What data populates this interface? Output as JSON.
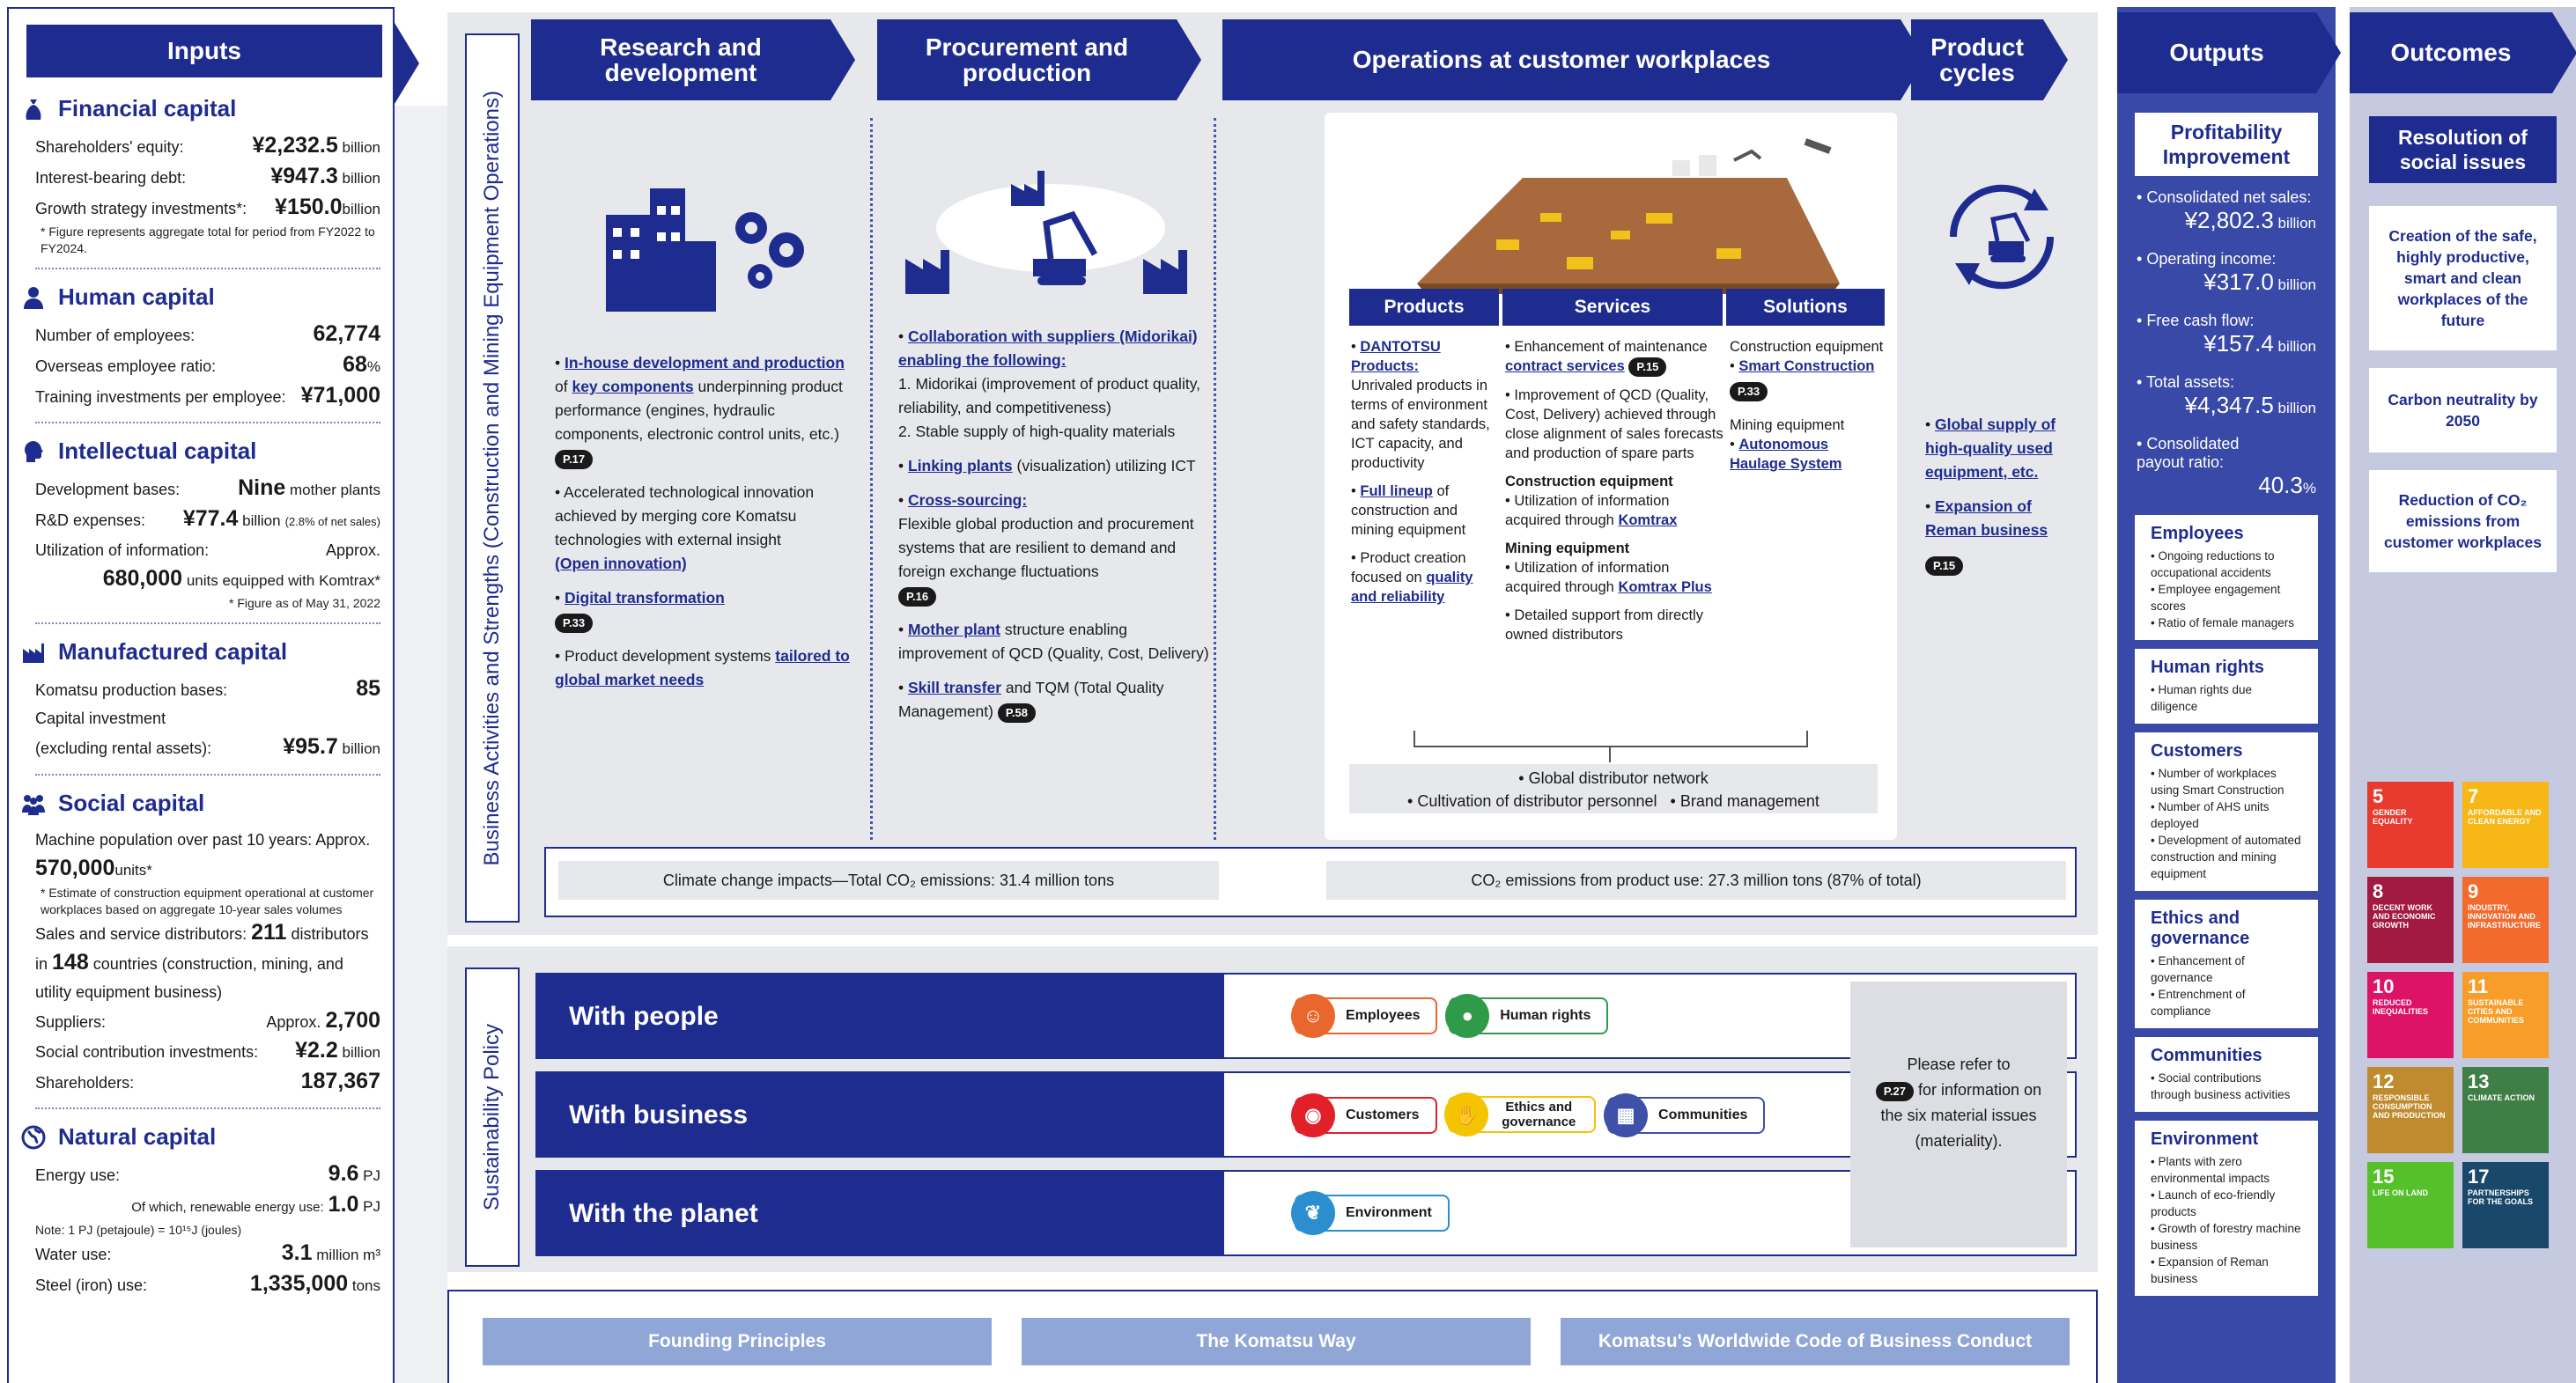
{
  "headers": {
    "inputs": "Inputs",
    "rnd": "Research and development",
    "procurement": "Procurement and production",
    "operations": "Operations at customer workplaces",
    "product_cycles": "Product cycles",
    "outputs": "Outputs",
    "outcomes": "Outcomes"
  },
  "inputs": {
    "financial": {
      "title": "Financial capital",
      "rows": [
        {
          "label": "Shareholders' equity:",
          "value": "¥2,232.5",
          "unit": " billion"
        },
        {
          "label": "Interest-bearing debt:",
          "value": "¥947.3",
          "unit": " billion"
        },
        {
          "label": "Growth strategy investments*:",
          "value": "¥150.0",
          "unit": "billion"
        }
      ],
      "note": "* Figure represents aggregate total for period from FY2022 to FY2024."
    },
    "human": {
      "title": "Human capital",
      "rows": [
        {
          "label": "Number of employees:",
          "value": "62,774",
          "unit": ""
        },
        {
          "label": "Overseas employee ratio:",
          "value": "68",
          "unit": "%"
        },
        {
          "label": "Training investments per employee:",
          "value": "¥71,000",
          "unit": ""
        }
      ]
    },
    "intellectual": {
      "title": "Intellectual capital",
      "dev_label": "Development bases:",
      "dev_value": "Nine",
      "dev_unit": " mother plants",
      "rnd_label": "R&D expenses:",
      "rnd_value": "¥77.4",
      "rnd_unit": " billion",
      "rnd_sub": "(2.8% of net sales)",
      "util_label": "Utilization of information:",
      "util_approx": "Approx.",
      "util_value": "680,000",
      "util_unit": " units equipped with Komtrax*",
      "note": "* Figure as of May 31, 2022"
    },
    "manufactured": {
      "title": "Manufactured capital",
      "bases_label": "Komatsu production bases:",
      "bases_value": "85",
      "inv_label1": "Capital investment",
      "inv_label2": "(excluding rental assets):",
      "inv_value": "¥95.7",
      "inv_unit": " billion"
    },
    "social": {
      "title": "Social capital",
      "machine_label": "Machine population over past 10 years: Approx.",
      "machine_value": "570,000",
      "machine_unit": "units*",
      "note": "* Estimate of construction equipment operational at customer workplaces based on aggregate 10-year sales volumes",
      "dist_pre": "Sales and service distributors: ",
      "dist_value": "211",
      "dist_mid": " distributors in ",
      "dist_countries": "148",
      "dist_post": " countries (construction, mining, and utility equipment business)",
      "suppliers_label": "Suppliers:",
      "suppliers_approx": "Approx.",
      "suppliers_value": "2,700",
      "contrib_label": "Social contribution investments:",
      "contrib_value": "¥2.2",
      "contrib_unit": " billion",
      "share_label": "Shareholders:",
      "share_value": "187,367"
    },
    "natural": {
      "title": "Natural capital",
      "energy_label": "Energy use:",
      "energy_value": "9.6",
      "energy_unit": " PJ",
      "renew_label": "Of which, renewable energy use:",
      "renew_value": "1.0",
      "renew_unit": " PJ",
      "note": "Note: 1 PJ (petajoule) = 10¹⁵J (joules)",
      "water_label": "Water use:",
      "water_value": "3.1",
      "water_unit": " million m³",
      "steel_label": "Steel (iron) use:",
      "steel_value": "1,335,000",
      "steel_unit": " tons"
    }
  },
  "biz_label": "Business Activities and Strengths (Construction and Mining Equipment Operations)",
  "rnd": {
    "p1_link1": "In-house development and production",
    "p1_t1": " of ",
    "p1_link2": "key components",
    "p1_t2": " underpinning product performance (engines, hydraulic components, electronic control units, etc.)",
    "p1_page": "P.17",
    "p2_text": "Accelerated technological innovation achieved by merging core Komatsu technologies with external insight",
    "p2_link": "(Open innovation)",
    "p3_link": "Digital transformation",
    "p3_page": "P.33",
    "p4_text": "Product development systems ",
    "p4_link": "tailored to global market needs"
  },
  "proc": {
    "p1_link": "Collaboration with suppliers (Midorikai) enabling the following:",
    "p1_i1": "1. Midorikai (improvement of product quality, reliability, and competitiveness)",
    "p1_i2": "2. Stable supply of high-quality materials",
    "p2_link": "Linking plants",
    "p2_text": " (visualization) utilizing ICT",
    "p3_link": "Cross-sourcing:",
    "p3_text": "Flexible global production and procurement systems that are resilient to demand and foreign exchange fluctuations",
    "p3_page": "P.16",
    "p4_link": "Mother plant",
    "p4_text": " structure enabling improvement of QCD (Quality, Cost, Delivery)",
    "p5_link": "Skill transfer",
    "p5_text": " and TQM (Total Quality Management)",
    "p5_page": "P.58"
  },
  "ops": {
    "products_hdr": "Products",
    "services_hdr": "Services",
    "solutions_hdr": "Solutions",
    "prod_1_link": "DANTOTSU Products:",
    "prod_1_text": "Unrivaled products in terms of environment and safety standards, ICT capacity, and productivity",
    "prod_2_link": "Full lineup",
    "prod_2_text": " of construction and mining equipment",
    "prod_3_text": "Product creation focused on ",
    "prod_3_link": "quality and reliability",
    "svc_1_text": "Enhancement of maintenance ",
    "svc_1_link": "contract services",
    "svc_1_page": "P.15",
    "svc_2_text": "Improvement of QCD (Quality, Cost, Delivery) achieved through close alignment of sales forecasts and production of spare parts",
    "svc_3_title": "Construction equipment",
    "svc_3_text": "Utilization of information acquired through ",
    "svc_3_link": "Komtrax",
    "svc_4_title": "Mining equipment",
    "svc_4_text": "Utilization of information acquired through ",
    "svc_4_link": "Komtrax Plus",
    "svc_5_text": "Detailed support from directly owned distributors",
    "sol_1_title": "Construction equipment",
    "sol_1_link": "Smart Construction",
    "sol_1_page": "P.33",
    "sol_2_title": "Mining equipment",
    "sol_2_link": "Autonomous Haulage System",
    "dist_1": "Global distributor network",
    "dist_2": "Cultivation of distributor personnel",
    "dist_3": "Brand management"
  },
  "cycles": {
    "l1": "Global supply of high-quality used equipment, etc.",
    "l2": "Expansion of Reman business",
    "page": "P.15"
  },
  "climate": {
    "left": "Climate change impacts—Total CO₂ emissions: 31.4 million tons",
    "right": "CO₂ emissions from product use: 27.3 million tons (87% of total)"
  },
  "sustainability": {
    "label": "Sustainability Policy",
    "rows": [
      "With people",
      "With business",
      "With the planet"
    ],
    "pills": {
      "employees": "Employees",
      "human_rights": "Human rights",
      "customers": "Customers",
      "ethics": "Ethics and governance",
      "communities": "Communities",
      "environment": "Environment"
    },
    "refer_1": "Please refer to",
    "refer_page": "P.27",
    "refer_2": " for information on the six material issues (materiality)."
  },
  "foundation": [
    "Founding Principles",
    "The Komatsu Way",
    "Komatsu's Worldwide Code of Business Conduct"
  ],
  "outputs": {
    "profit_title": "Profitability Improvement",
    "kpis": [
      {
        "label": "Consolidated net sales:",
        "value": "¥2,802.3",
        "unit": " billion"
      },
      {
        "label": "Operating income:",
        "value": "¥317.0",
        "unit": " billion"
      },
      {
        "label": "Free cash flow:",
        "value": "¥157.4",
        "unit": " billion"
      },
      {
        "label": "Total assets:",
        "value": "¥4,347.5",
        "unit": " billion"
      },
      {
        "label": "Consolidated payout ratio:",
        "value": "40.3",
        "unit": "%"
      }
    ],
    "boxes": [
      {
        "title": "Employees",
        "items": [
          "Ongoing reductions to occupational accidents",
          "Employee engagement scores",
          "Ratio of female managers"
        ]
      },
      {
        "title": "Human rights",
        "items": [
          "Human rights due diligence"
        ]
      },
      {
        "title": "Customers",
        "items": [
          "Number of workplaces using Smart Construction",
          "Number of AHS units deployed",
          "Development of automated construction and mining equipment"
        ]
      },
      {
        "title": "Ethics and governance",
        "items": [
          "Enhancement of governance",
          "Entrenchment of compliance"
        ]
      },
      {
        "title": "Communities",
        "items": [
          "Social contributions through business activities"
        ]
      },
      {
        "title": "Environment",
        "items": [
          "Plants with zero environmental impacts",
          "Launch of eco-friendly products",
          "Growth of forestry machine business",
          "Expansion of Reman business"
        ]
      }
    ]
  },
  "outcomes": {
    "title": "Resolution of social issues",
    "items": [
      "Creation of the safe, highly productive, smart and clean workplaces of the future",
      "Carbon neutrality by 2050",
      "Reduction of CO₂ emissions from customer workplaces"
    ],
    "sdgs": [
      {
        "num": "5",
        "label": "GENDER EQUALITY",
        "color": "#e83a2e"
      },
      {
        "num": "7",
        "label": "AFFORDABLE AND CLEAN ENERGY",
        "color": "#f7b716"
      },
      {
        "num": "8",
        "label": "DECENT WORK AND ECONOMIC GROWTH",
        "color": "#a21a42"
      },
      {
        "num": "9",
        "label": "INDUSTRY, INNOVATION AND INFRASTRUCTURE",
        "color": "#f26a2e"
      },
      {
        "num": "10",
        "label": "REDUCED INEQUALITIES",
        "color": "#dd1367"
      },
      {
        "num": "11",
        "label": "SUSTAINABLE CITIES AND COMMUNITIES",
        "color": "#f89d2a"
      },
      {
        "num": "12",
        "label": "RESPONSIBLE CONSUMPTION AND PRODUCTION",
        "color": "#bf8b2e"
      },
      {
        "num": "13",
        "label": "CLIMATE ACTION",
        "color": "#3f7e44"
      },
      {
        "num": "15",
        "label": "LIFE ON LAND",
        "color": "#56c02b"
      },
      {
        "num": "17",
        "label": "PARTNERSHIPS FOR THE GOALS",
        "color": "#19486a"
      }
    ]
  }
}
